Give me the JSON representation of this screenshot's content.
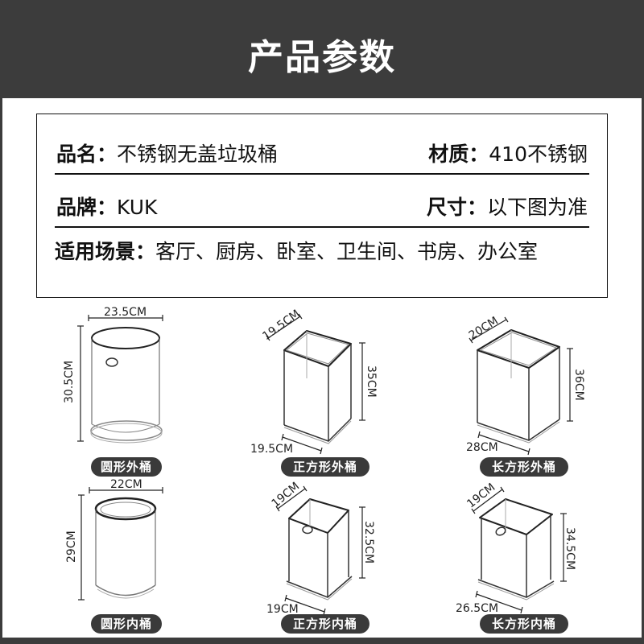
{
  "header": {
    "title": "产品参数"
  },
  "info": {
    "name_label": "品名：",
    "name_value": "不锈钢无盖垃圾桶",
    "material_label": "材质：",
    "material_value": "410不锈钢",
    "brand_label": "品牌：",
    "brand_value": "KUK",
    "size_label": "尺寸：",
    "size_value": "以下图为准",
    "scene_label": "适用场景：",
    "scene_value": "客厅、厨房、卧室、卫生间、书房、办公室"
  },
  "products": [
    {
      "name": "圆形外桶",
      "width": "23.5CM",
      "height": "30.5CM"
    },
    {
      "name": "正方形外桶",
      "depth": "19.5CM",
      "width": "19.5CM",
      "height": "35CM"
    },
    {
      "name": "长方形外桶",
      "depth": "20CM",
      "width": "28CM",
      "height": "36CM"
    },
    {
      "name": "圆形内桶",
      "width": "22CM",
      "height": "29CM"
    },
    {
      "name": "正方形内桶",
      "depth": "19CM",
      "width": "19CM",
      "height": "32.5CM"
    },
    {
      "name": "长方形内桶",
      "depth": "19CM",
      "width": "26.5CM",
      "height": "34.5CM"
    }
  ]
}
